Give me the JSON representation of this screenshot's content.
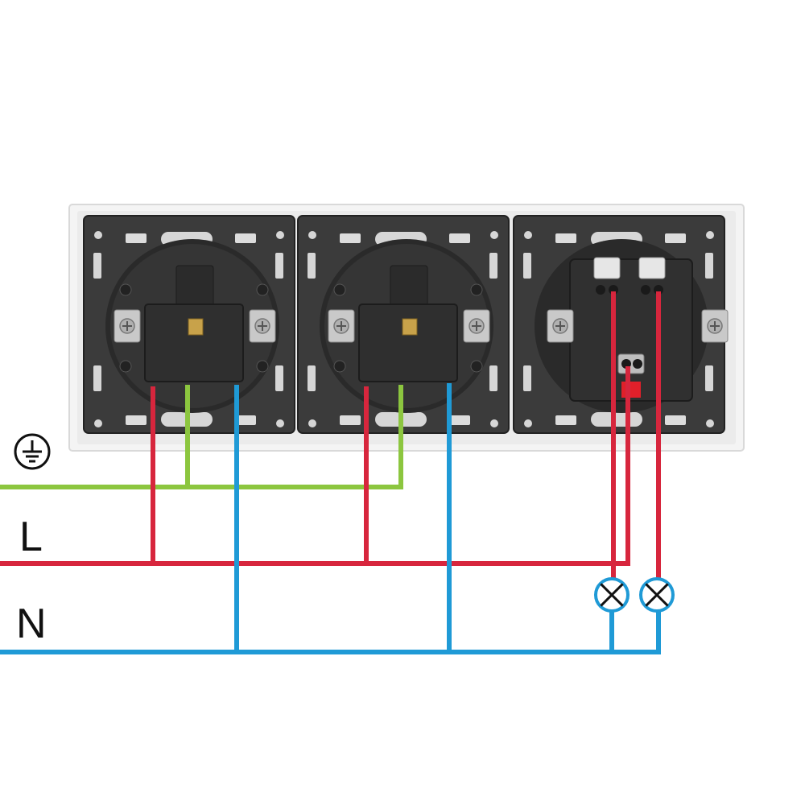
{
  "labels": {
    "line": "L",
    "neutral": "N"
  },
  "icons": {
    "earth": "earth-ground-icon",
    "lamp": "lamp-symbol-icon"
  },
  "colors": {
    "earth": "#8cc63f",
    "live": "#d7263d",
    "neutral": "#1f9ad6",
    "frame": "#ececec",
    "mechanism": "#3b3b3b",
    "mechanism_dark": "#2a2a2a",
    "terminal_metal": "#c9c9c9",
    "earth_contact": "#c8a24a",
    "indicator": "#e0202a"
  },
  "devices": [
    {
      "id": "socket-1",
      "type": "schuko-socket"
    },
    {
      "id": "socket-2",
      "type": "schuko-socket"
    },
    {
      "id": "switch",
      "type": "double-switch"
    }
  ],
  "lamps": [
    {
      "id": "lamp-1"
    },
    {
      "id": "lamp-2"
    }
  ]
}
